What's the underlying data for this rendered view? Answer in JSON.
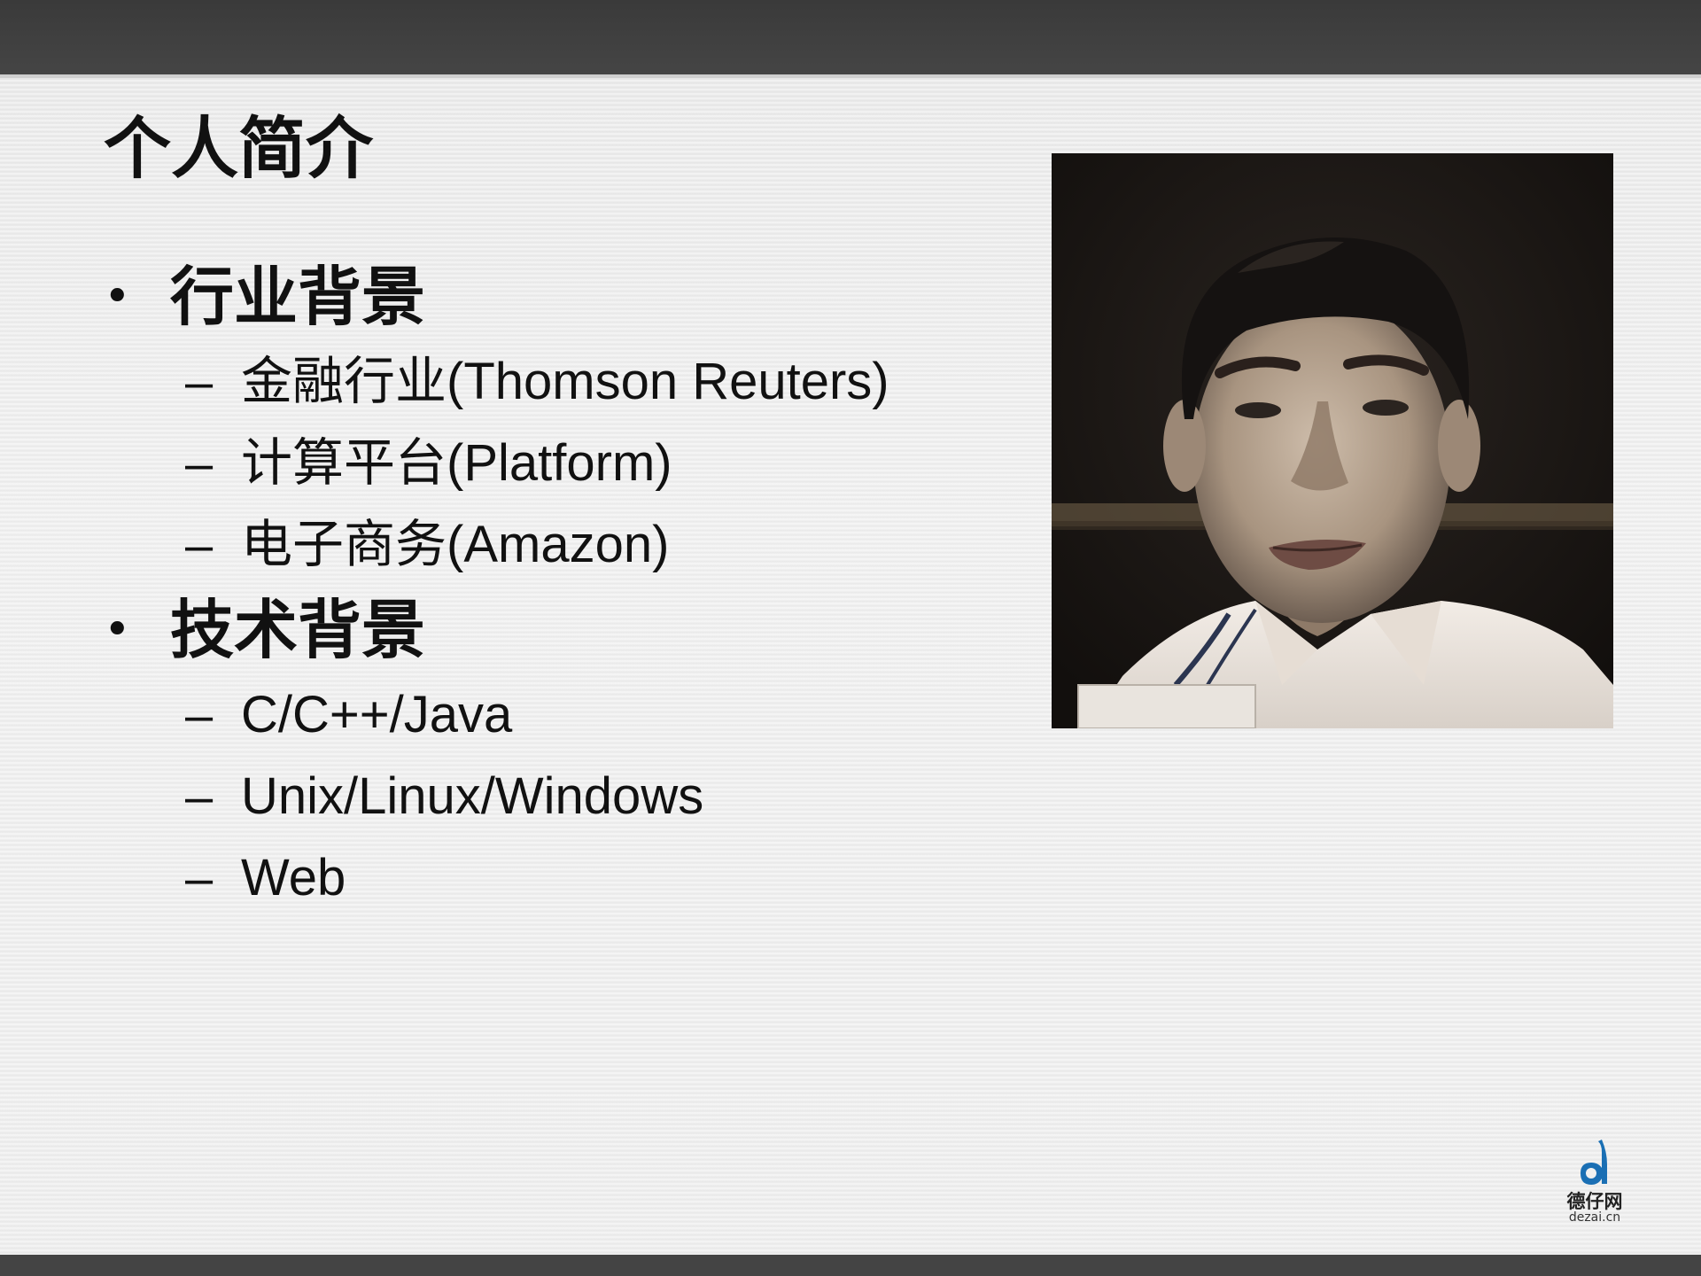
{
  "slide": {
    "title": "个人简介",
    "sections": [
      {
        "bullet": "•",
        "heading": "行业背景",
        "items": [
          "金融行业(Thomson Reuters)",
          "计算平台(Platform)",
          "电子商务(Amazon)"
        ]
      },
      {
        "bullet": "•",
        "heading": "技术背景",
        "items": [
          "C/C++/Java",
          "Unix/Linux/Windows",
          "Web"
        ]
      }
    ],
    "dash": "–"
  },
  "photo": {
    "subject": "portrait-photo"
  },
  "logo": {
    "name": "德仔网",
    "domain": "dezai.cn",
    "icon": "d-drop-icon",
    "color": "#1a6fb4"
  }
}
